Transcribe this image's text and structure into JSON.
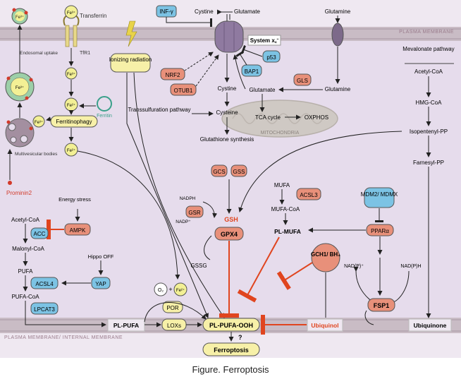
{
  "labels": {
    "fe3": "Fe³⁺",
    "fe2": "Fe²⁺",
    "transferrin": "Transferrin",
    "tfr1": "TfR1",
    "endosomal_uptake": "Endosomal uptake",
    "ferritin": "Ferritin",
    "ferritinophagy": "Ferritinophagy",
    "multivesicular_bodies": "Multivesicular bodies",
    "prominin2": "Prominin2",
    "ionizing_radiation": "Ionizing radiation",
    "inf_gamma": "INF-γ",
    "cystine_top": "Cystine",
    "glutamate_top": "Glutamate",
    "system_xc": "System x꜀⁻",
    "plasma_membrane": "PLASMA MEMBRANE",
    "nrf2": "NRF2",
    "otub1": "OTUB1",
    "bap1": "BAP1",
    "p53": "p53",
    "glutamine_top": "Glutamine",
    "gls": "GLS",
    "glutamine_mid": "Glutamine",
    "glutamate_mid": "Glutamate",
    "cystine_mid": "Cystine",
    "cysteine": "Cysteine",
    "transsulfuration": "Transsulfuration pathway",
    "tca": "TCA cycle",
    "oxphos": "OXPHOS",
    "mitochondria": "MITOCHONDRIA",
    "mevalonate": "Mevalonate pathway",
    "acetyl_coa_right": "Acetyl-CoA",
    "hmg_coa": "HMG-CoA",
    "isopentenyl": "Isopentenyl-PP",
    "farnesyl": "Farnesyl-PP",
    "gsh_synthesis": "Glutathione synthesis",
    "gcs": "GCS",
    "gss": "GSS",
    "nadph": "NADPH",
    "nadp": "NADP⁺",
    "gsr": "GSR",
    "gsh": "GSH",
    "gpx4": "GPX4",
    "gssg": "GSSG",
    "mufa": "MUFA",
    "acsl3": "ACSL3",
    "mufa_coa": "MUFA-CoA",
    "pl_mufa": "PL-MUFA",
    "mdm2": "MDM2/ MDMX",
    "ppara": "PPARα",
    "gch1": "GCH1/ BH₄",
    "nadp_right": "NAD(P)⁺",
    "nadph_right": "NAD(P)H",
    "fsp1": "FSP1",
    "energy_stress": "Energy stress",
    "ampk": "AMPK",
    "acc": "ACC",
    "acetyl_coa_left": "Acetyl-CoA",
    "malonyl_coa": "Malonyl-CoA",
    "hippo_off": "Hippo OFF",
    "yap": "YAP",
    "pufa": "PUFA",
    "acsl4": "ACSL4",
    "pufa_coa": "PUFA-CoA",
    "lpcat3": "LPCAT3",
    "o2": "O₂",
    "plus": "+",
    "por": "POR",
    "pl_pufa": "PL-PUFA",
    "loxs": "LOXs",
    "pl_pufa_ooh": "PL-PUFA-OOH",
    "ubiquinol": "Ubiquinol",
    "ubiquinone": "Ubiquinone",
    "plasma_internal": "PLASMA MEMBRANE/ INTERNAL MEMBRANE",
    "question": "?",
    "ferroptosis": "Ferroptosis"
  },
  "caption": "Figure. Ferroptosis",
  "colors": {
    "background": "#e6dcec",
    "membrane": "#c9bcc5",
    "enzyme": "#e8907a",
    "blue_protein": "#7cc3e4",
    "yellow_node": "#f7f0a8",
    "iron": "#f3f095",
    "inhibition": "#e0451f",
    "mitochondria": "#cfc9c4"
  }
}
